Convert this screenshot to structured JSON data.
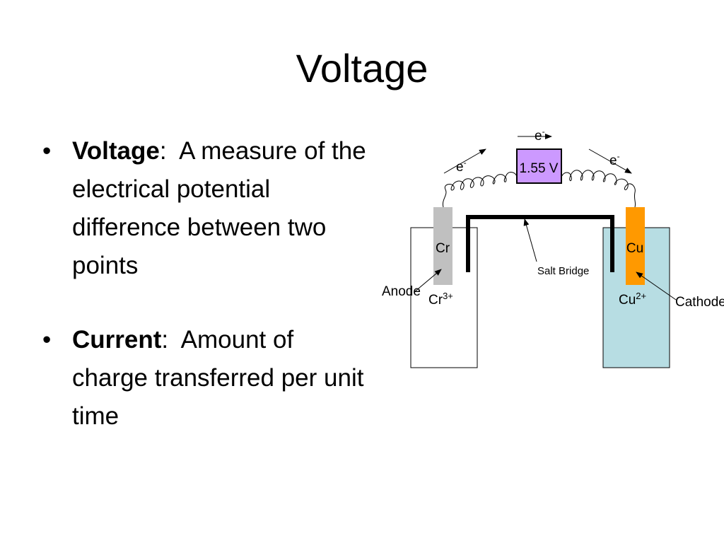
{
  "slide": {
    "title": "Voltage",
    "bullets": [
      {
        "term": "Voltage",
        "separator": ":  ",
        "text": "A measure of the electrical potential difference between two points"
      },
      {
        "term": "Current",
        "separator": ":  ",
        "text": "Amount of charge transferred per unit time"
      }
    ],
    "bullet_symbol": "•"
  },
  "diagram": {
    "voltmeter_reading": "1.55 V",
    "electron_symbol": "e",
    "electron_charge": "-",
    "left_electrode": "Cr",
    "right_electrode": "Cu",
    "left_ion": "Cr",
    "left_ion_charge": "3+",
    "right_ion": "Cu",
    "right_ion_charge": "2+",
    "salt_bridge_label": "Salt Bridge",
    "anode_label": "Anode",
    "cathode_label": "Cathode",
    "colors": {
      "voltmeter_fill": "#cc99ff",
      "chromium_electrode": "#c0c0c0",
      "copper_electrode": "#ff9900",
      "copper_solution": "#b7dde3"
    }
  }
}
